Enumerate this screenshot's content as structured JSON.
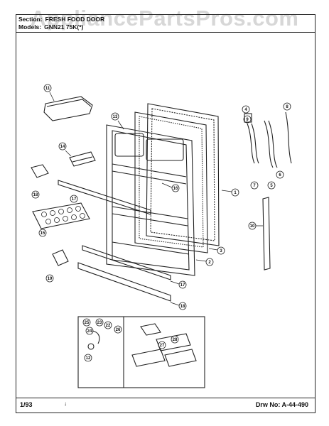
{
  "header": {
    "section_label": "Section:",
    "section_value": "FRESH FOOD DOOR",
    "models_label": "Models:",
    "models_value": "GNN21 75K(*)"
  },
  "watermark": "AppliancePartsPros.com",
  "callouts": [
    "1",
    "2",
    "3",
    "4",
    "5",
    "6",
    "7",
    "8",
    "9",
    "10",
    "11",
    "12",
    "13",
    "14",
    "15",
    "16",
    "17",
    "18",
    "19",
    "22",
    "23",
    "24",
    "25",
    "26",
    "27",
    "28"
  ],
  "footer": {
    "date": "1/93",
    "mark": "↓",
    "drawing_number": "Drw No:  A-44-490"
  }
}
